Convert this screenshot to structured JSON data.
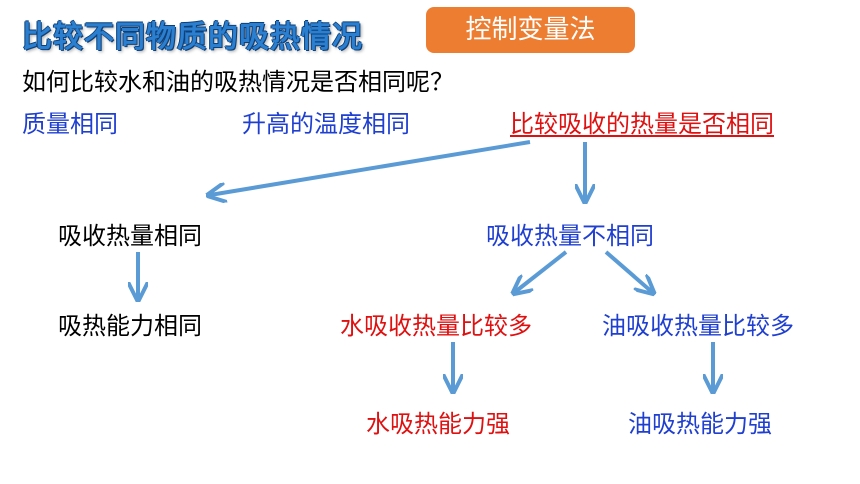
{
  "title": "比较不同物质的吸热情况",
  "method_badge": "控制变量法",
  "question": "如何比较水和油的吸热情况是否相同呢？",
  "conditions": {
    "mass": "质量相同",
    "temperature": "升高的温度相同",
    "compare": "比较吸收的热量是否相同"
  },
  "left_branch": {
    "heat_same": "吸收热量相同",
    "ability_same": "吸热能力相同"
  },
  "right_branch": {
    "heat_diff": "吸收热量不相同",
    "water_more": "水吸收热量比较多",
    "oil_more": "油吸收热量比较多",
    "water_strong": "水吸热能力强",
    "oil_strong": "油吸热能力强"
  },
  "colors": {
    "title": "#2a7fd0",
    "badge": "#ed7d31",
    "blue_text": "#1f3fd0",
    "red_text": "#e01010",
    "arrow": "#5b9bd5"
  }
}
